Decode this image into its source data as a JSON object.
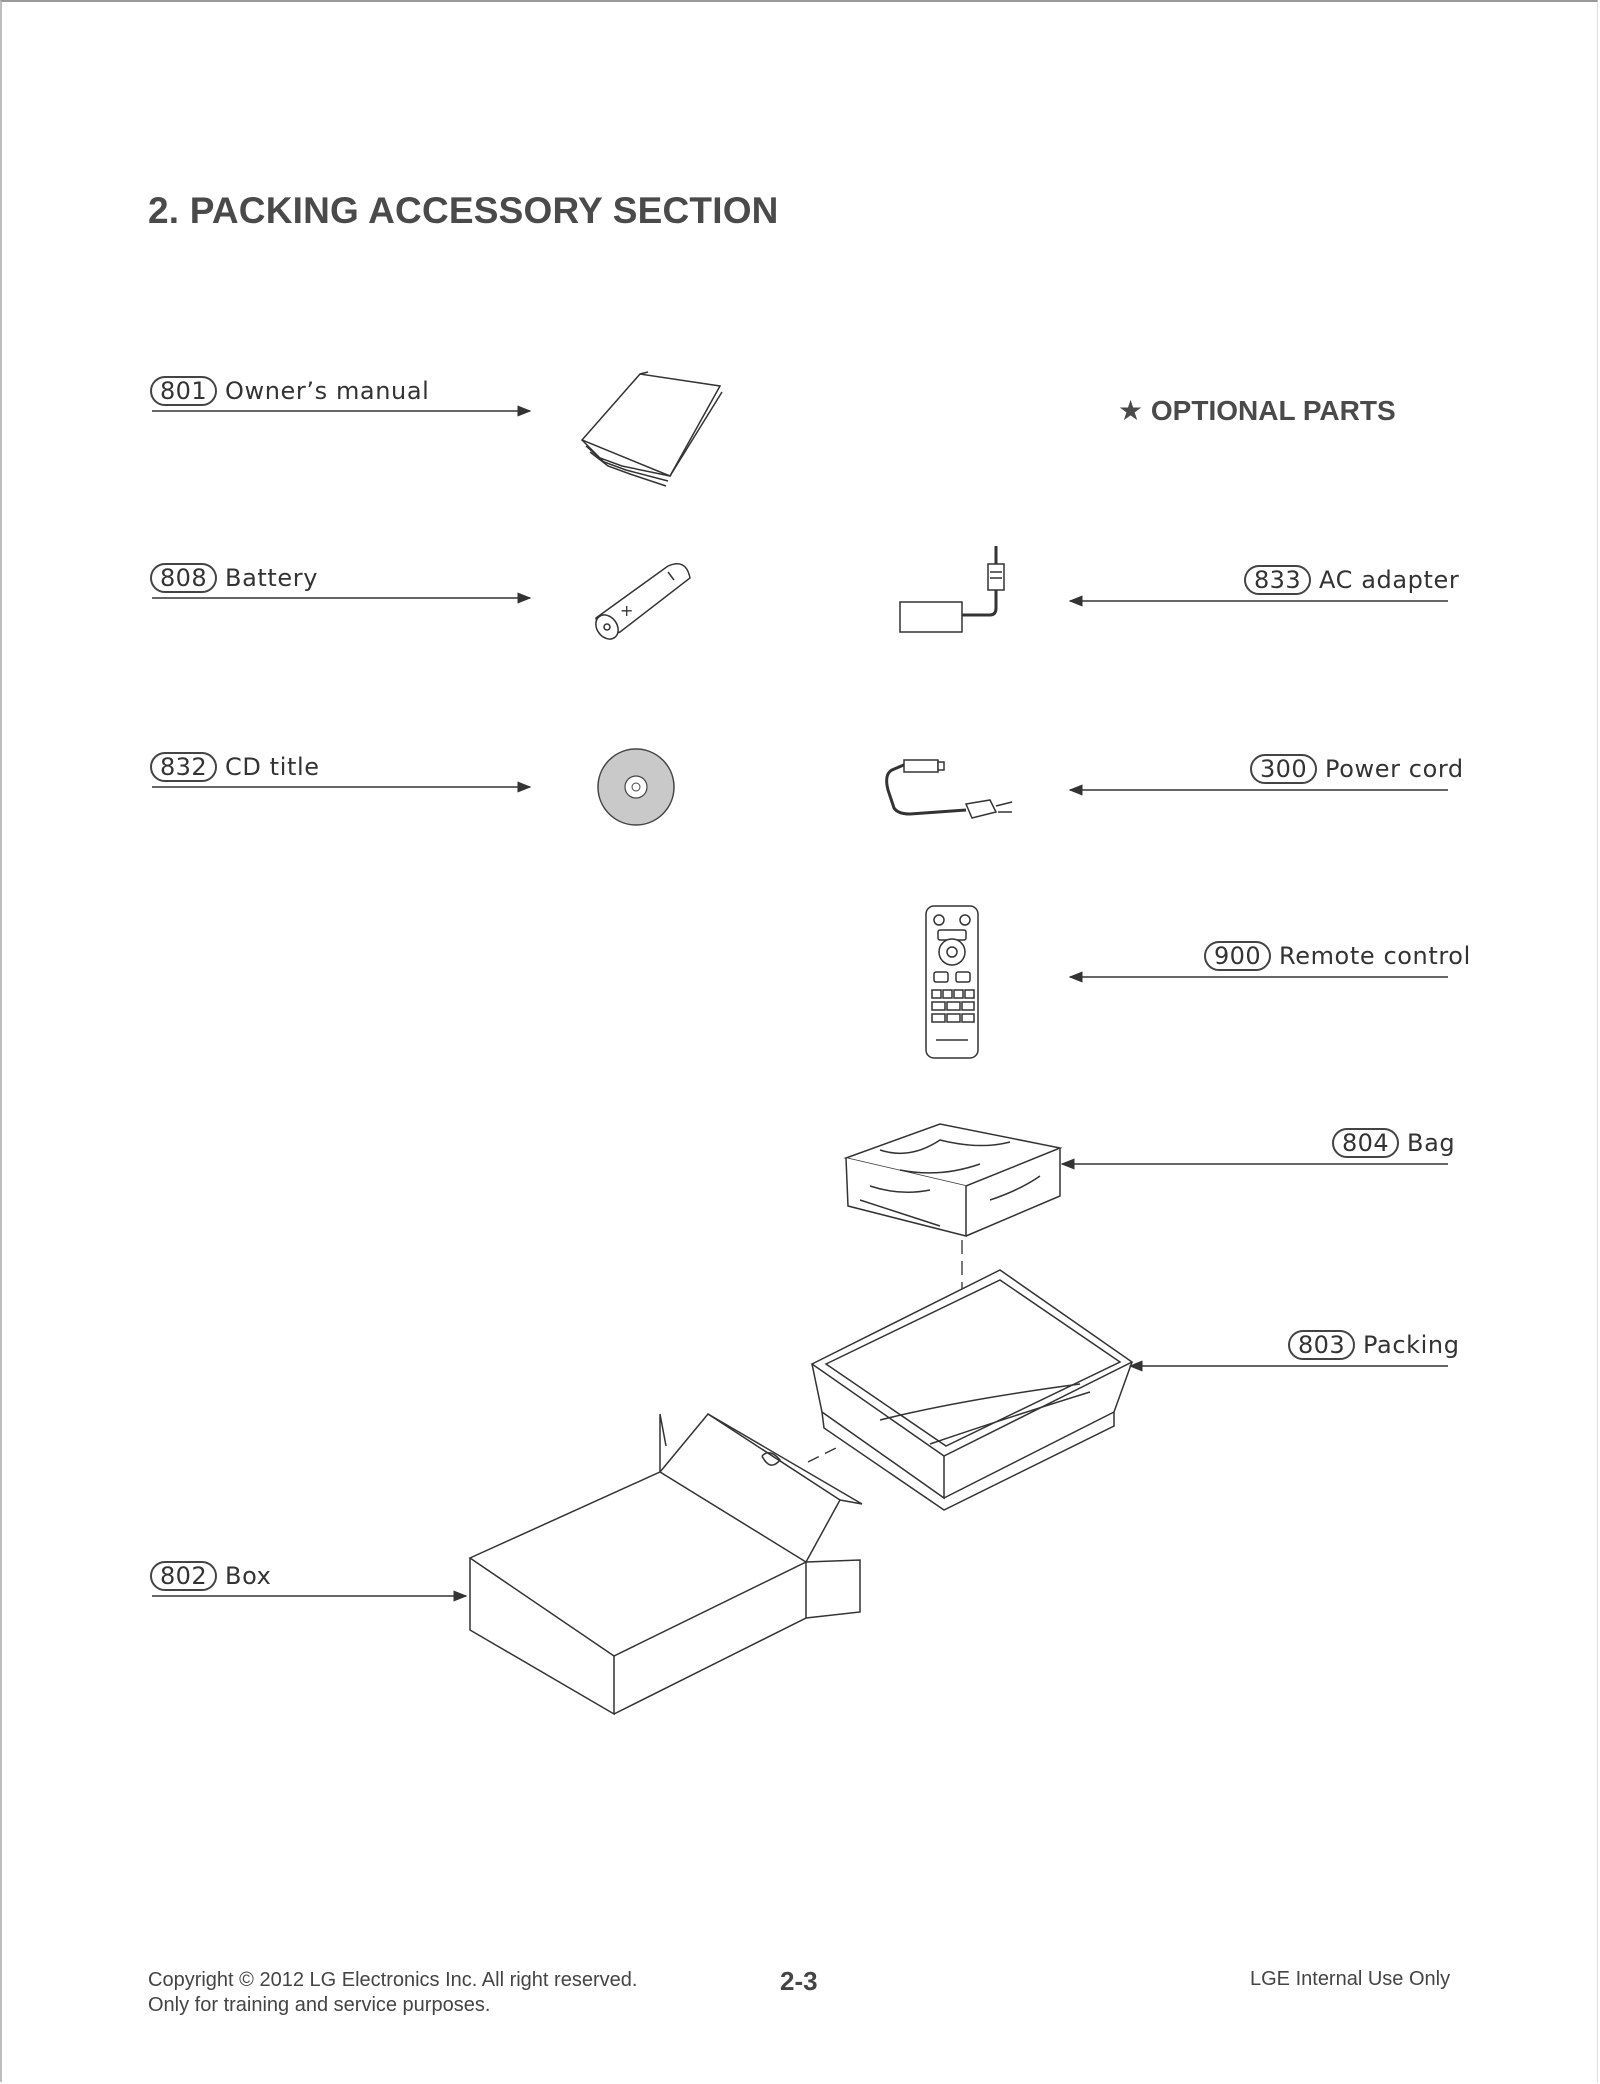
{
  "page": {
    "title": "2. PACKING ACCESSORY SECTION",
    "optional_title": "OPTIONAL PARTS",
    "optional_icon": "star-icon"
  },
  "parts": {
    "owners_manual": {
      "num": "801",
      "name": "Owner’s manual"
    },
    "battery": {
      "num": "808",
      "name": "Battery"
    },
    "cd_title": {
      "num": "832",
      "name": "CD title"
    },
    "ac_adapter": {
      "num": "833",
      "name": "AC adapter"
    },
    "power_cord": {
      "num": "300",
      "name": "Power cord"
    },
    "remote_control": {
      "num": "900",
      "name": "Remote control"
    },
    "bag": {
      "num": "804",
      "name": "Bag"
    },
    "packing": {
      "num": "803",
      "name": "Packing"
    },
    "box": {
      "num": "802",
      "name": "Box"
    }
  },
  "footer": {
    "copyright_line1": "Copyright © 2012 LG Electronics Inc. All right reserved.",
    "copyright_line2": "Only for training and service purposes.",
    "page_number": "2-3",
    "internal": "LGE Internal Use Only"
  }
}
